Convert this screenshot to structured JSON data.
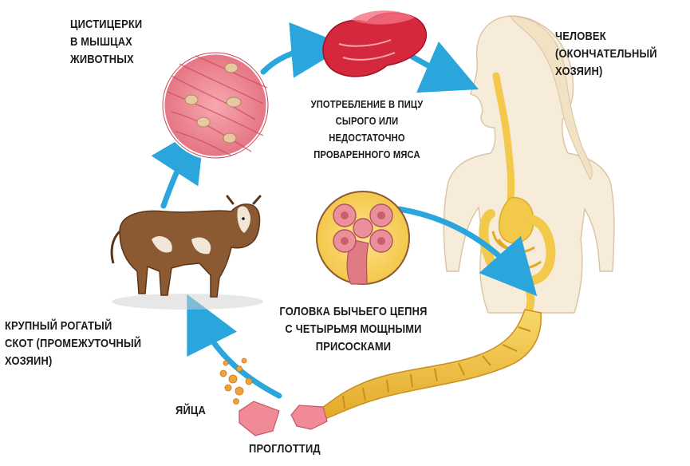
{
  "labels": {
    "cysticerci": "ЦИСТИЦЕРКИ\nВ МЫШЦАХ\nЖИВОТНЫХ",
    "consumption": "УПОТРЕБЛЕНИЕ В ПИЦУ\nСЫРОГО ИЛИ НЕДОСТАТОЧНО\nПРОВАРЕННОГО МЯСА",
    "human": "ЧЕЛОВЕК\n(ОКОНЧАТЕЛЬНЫЙ\nХОЗЯИН)",
    "head": "ГОЛОВКА БЫЧЬЕГО ЦЕПНЯ\nС ЧЕТЫРЬМЯ МОЩНЫМИ\nПРИСОСКАМИ",
    "cattle": "КРУПНЫЙ РОГАТЫЙ\nСКОТ (ПРОМЕЖУТОЧНЫЙ\nХОЗЯИН)",
    "eggs": "ЯЙЦА",
    "proglottid": "ПРОГЛОТТИД"
  },
  "colors": {
    "arrow": "#2aa6dc",
    "muscle": "#e97e8a",
    "meat": "#d6283d",
    "cow": "#8b5a32",
    "intestine": "#f3c94b",
    "skin": "#f7ecd9",
    "cyst": "#e8c8a0",
    "egg": "#f0a23c"
  },
  "icons": [
    "muscle-tissue-icon",
    "raw-meat-icon",
    "human-figure-icon",
    "cow-icon",
    "tapeworm-head-icon",
    "tapeworm-body-icon",
    "egg-cluster-icon",
    "proglottid-icon"
  ]
}
